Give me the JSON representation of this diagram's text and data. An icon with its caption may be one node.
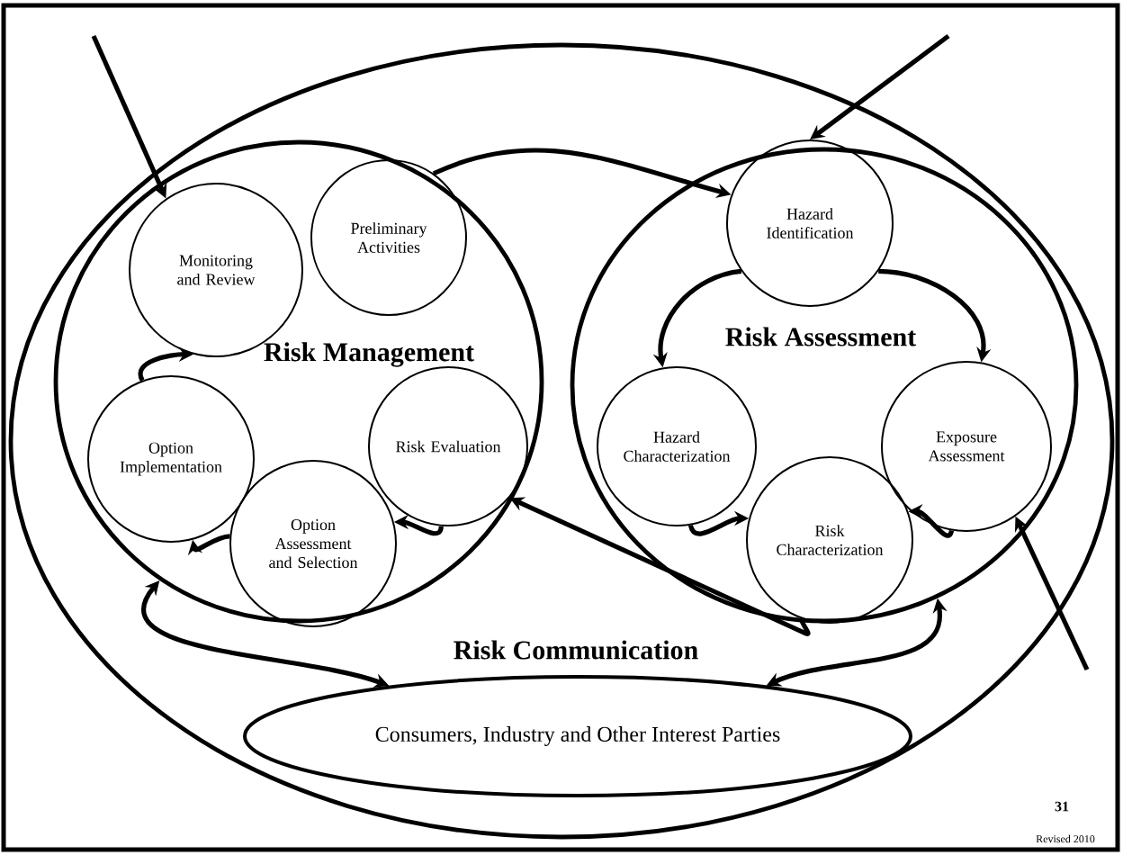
{
  "diagram": {
    "nodes": [
      {
        "text": [
          "Risk Communication"
        ]
      },
      {
        "text": [
          "Risk Management"
        ],
        "in": 0
      },
      {
        "text": [
          "Monitoring and Review"
        ],
        "in": 1
      },
      {
        "text": [
          "Preliminary Activities"
        ],
        "in": 1
      },
      {
        "text": [
          "Option Implementation"
        ],
        "in": 1
      },
      {
        "text": [
          "Risk Evaluation"
        ],
        "in": 1
      },
      {
        "text": [
          "Option Assessment and Selection"
        ],
        "in": 1
      },
      {
        "text": [
          "Risk Assessment"
        ],
        "in": 0
      },
      {
        "text": [
          "Hazard Identification"
        ],
        "in": 7
      },
      {
        "text": [
          "Hazard Characterization"
        ],
        "in": 7
      },
      {
        "text": [
          "Exposure Assessment"
        ],
        "in": 7
      },
      {
        "text": [
          "Risk Characterization"
        ],
        "in": 7
      },
      {
        "text": [
          "Consumers, Industry and Other Interest Parties"
        ],
        "in": 0
      }
    ],
    "edges": [
      {
        "from": null,
        "to": 2,
        "arrow": "to"
      },
      {
        "from": 3,
        "to": 8,
        "arrow": "to"
      },
      {
        "from": null,
        "to": 8,
        "arrow": "to"
      },
      {
        "from": 8,
        "to": 9,
        "arrow": "to"
      },
      {
        "from": 8,
        "to": 10,
        "arrow": "to"
      },
      {
        "from": 9,
        "to": 11,
        "arrow": "to"
      },
      {
        "from": 10,
        "to": 11,
        "arrow": "to"
      },
      {
        "from": 11,
        "to": 5,
        "arrow": "to"
      },
      {
        "from": 5,
        "to": 6,
        "arrow": "to"
      },
      {
        "from": 6,
        "to": 4,
        "arrow": "to"
      },
      {
        "from": 4,
        "to": 2,
        "arrow": "to"
      },
      {
        "from": null,
        "to": 10,
        "arrow": "to"
      },
      {
        "from": 1,
        "to": 12,
        "arrow": "both"
      },
      {
        "from": 7,
        "to": 12,
        "arrow": "both"
      }
    ],
    "labels": [
      "31",
      "Revised 2010"
    ]
  }
}
